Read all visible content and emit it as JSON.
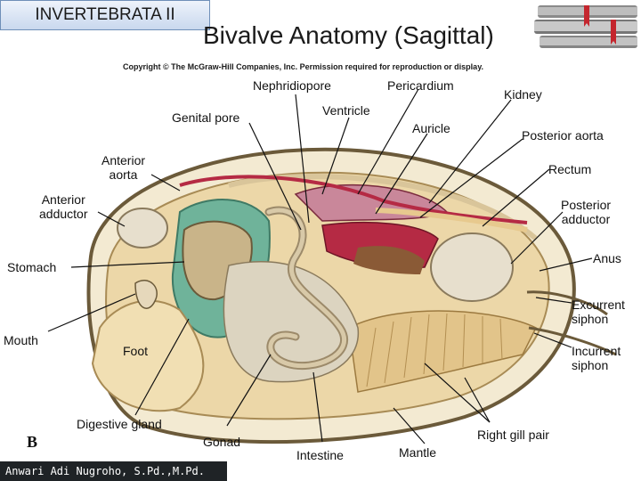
{
  "header": {
    "chapter_tag": "INVERTEBRATA II",
    "title": "Bivalve Anatomy (Sagittal)"
  },
  "figure": {
    "copyright": "Copyright © The McGraw-Hill Companies, Inc. Permission required for reproduction or display.",
    "panel_letter": "B",
    "labels": {
      "nephridiopore": "Nephridiopore",
      "pericardium": "Pericardium",
      "kidney": "Kidney",
      "genital_pore": "Genital pore",
      "ventricle": "Ventricle",
      "auricle": "Auricle",
      "posterior_aorta": "Posterior aorta",
      "anterior_aorta": "Anterior\naorta",
      "rectum": "Rectum",
      "anterior_adductor": "Anterior\nadductor",
      "posterior_adductor": "Posterior\nadductor",
      "stomach": "Stomach",
      "anus": "Anus",
      "excurrent_siphon": "Excurrent\nsiphon",
      "mouth": "Mouth",
      "foot": "Foot",
      "incurrent_siphon": "Incurrent\nsiphon",
      "digestive_gland": "Digestive gland",
      "gonad": "Gonad",
      "right_gill_pair": "Right gill pair",
      "intestine": "Intestine",
      "mantle": "Mantle"
    },
    "colors": {
      "shell_outline": "#6b5a3a",
      "body": "#ecd7a8",
      "digestive_gland": "#6fb39a",
      "kidney_heart": "#b52a44",
      "gonad_intestine": "#cdbf9f",
      "adductor": "#e7dfcd"
    }
  },
  "footer": {
    "author": "Anwari Adi Nugroho, S.Pd.,M.Pd."
  }
}
